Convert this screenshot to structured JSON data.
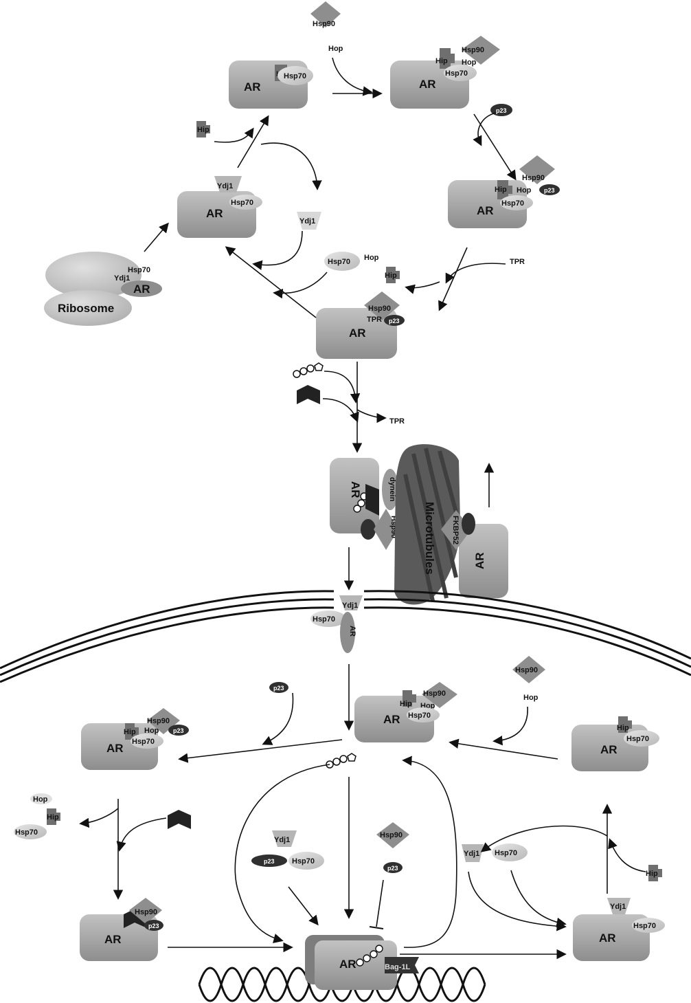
{
  "labels": {
    "ar": "AR",
    "hsp70": "Hsp70",
    "hsp90": "Hsp90",
    "hop": "Hop",
    "hip": "Hip",
    "ydj1": "Ydj1",
    "tpr": "TPR",
    "p23": "p23",
    "ribosome": "Ribosome",
    "microtubules": "Microtubules",
    "dynein": "dynein",
    "fkbp52": "FKBP52",
    "bag1l": "Bag-1L"
  },
  "colors": {
    "ar_fill": "#a7a7a7",
    "ar_dark": "#7d7d7d",
    "hsp90_fill": "#8e8e8e",
    "hsp70_fill": "#d3d3d3",
    "hip_fill": "#6f6f6f",
    "p23_fill": "#303030",
    "microtubule": "#5a5a5a",
    "membrane": "#111111"
  }
}
